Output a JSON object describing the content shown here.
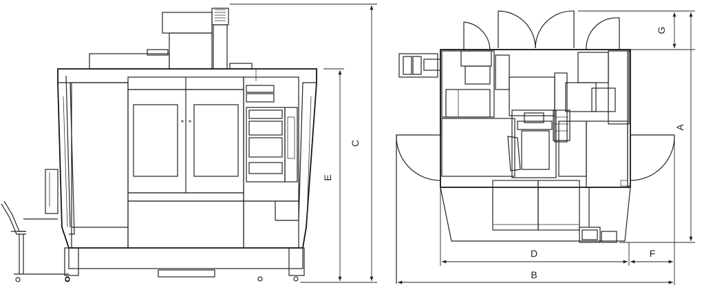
{
  "labels": {
    "c": "C",
    "e": "E",
    "g": "G",
    "a": "A",
    "d": "D",
    "f": "F",
    "b": "B"
  }
}
